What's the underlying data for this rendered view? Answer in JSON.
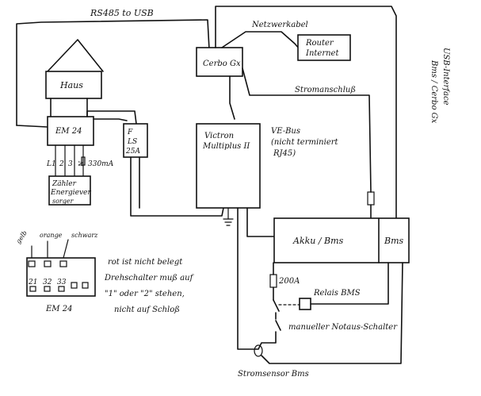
{
  "labels": {
    "rs485": "RS485 to USB",
    "haus": "Haus",
    "em24": "EM 24",
    "l1": "L1",
    "l2": "2",
    "l3": "3",
    "n": "N",
    "current": "330mA",
    "zaehler_1": "Zähler",
    "zaehler_2": "Energiever",
    "zaehler_3": "sorger",
    "fuse_1": "F",
    "fuse_2": "LS",
    "fuse_3": "25A",
    "netzwerk": "Netzwerkabel",
    "router_1": "Router",
    "router_2": "Internet",
    "cerbo": "Cerbo Gx",
    "stromanschluss": "Stromanschluß",
    "usb_1": "USB-Interface",
    "usb_2": "Bms / Cerbo Gx",
    "victron_1": "Victron",
    "victron_2": "Multiplus II",
    "vebus_1": "VE-Bus",
    "vebus_2": "(nicht terminiert",
    "vebus_3": "RJ45)",
    "akku": "Akku / Bms",
    "bms": "Bms",
    "fuse200": "200A",
    "relais": "Relais BMS",
    "notaus": "manueller Notaus-Schalter",
    "stromsensor": "Stromsensor Bms",
    "color_gelb": "gelb",
    "color_orange": "orange",
    "color_schwarz": "schwarz",
    "terminal_21": "21",
    "terminal_32": "32",
    "terminal_33": "33",
    "em24_small": "EM 24",
    "note_1": "rot ist nicht belegt",
    "note_2": "Drehschalter muß auf",
    "note_3": "\"1\" oder \"2\" stehen,",
    "note_4": "nicht auf Schloß"
  }
}
